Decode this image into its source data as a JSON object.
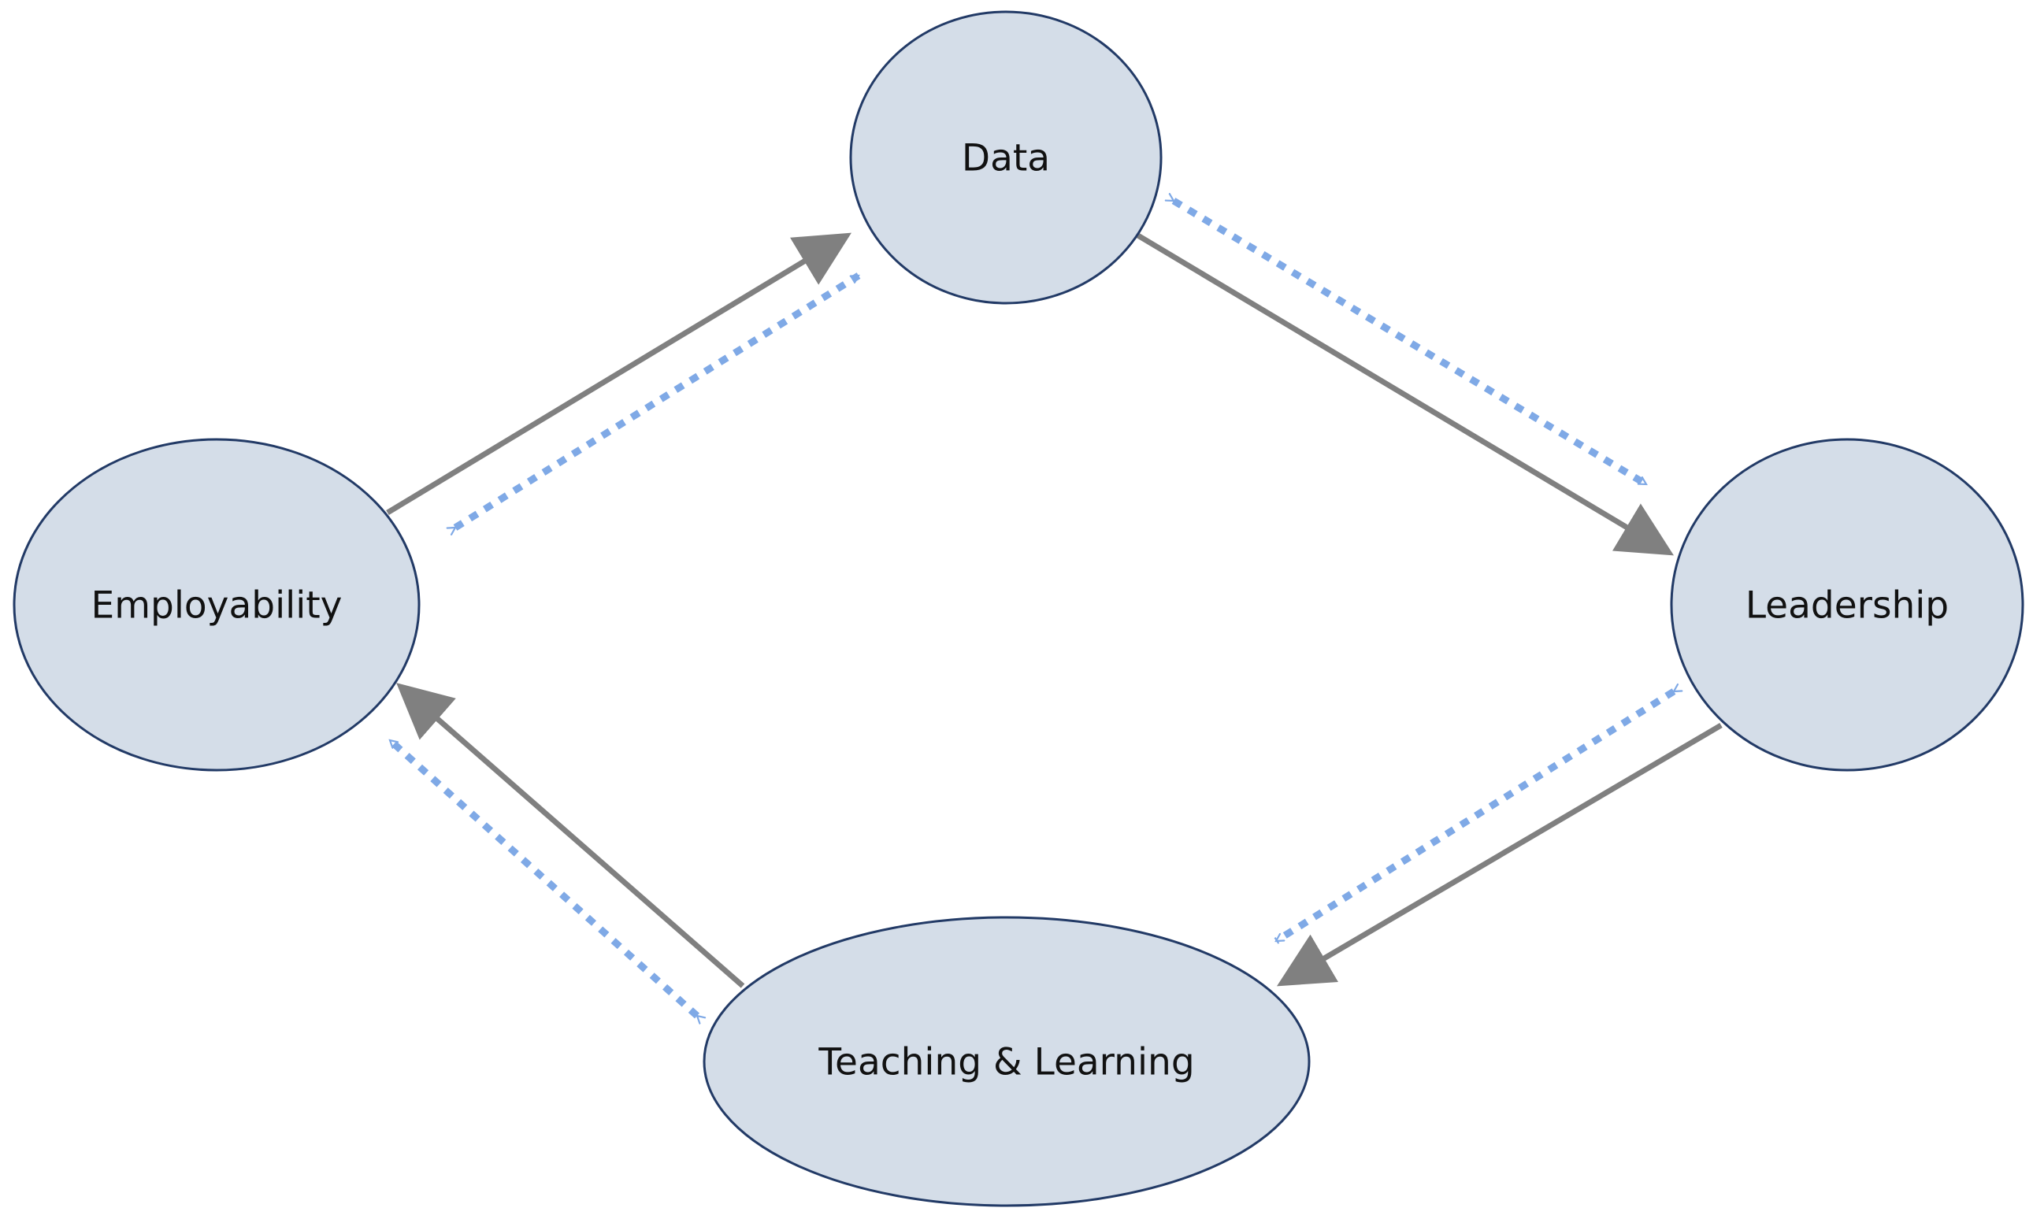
{
  "diagram": {
    "nodes": [
      {
        "id": "data",
        "label": "Data"
      },
      {
        "id": "employability",
        "label": "Employability"
      },
      {
        "id": "leadership",
        "label": "Leadership"
      },
      {
        "id": "teaching",
        "label": "Teaching & Learning"
      }
    ],
    "edges": [
      {
        "from": "employability",
        "to": "data",
        "style": "solid",
        "direction": "one-way"
      },
      {
        "from": "data",
        "to": "leadership",
        "style": "solid",
        "direction": "one-way"
      },
      {
        "from": "leadership",
        "to": "teaching",
        "style": "solid",
        "direction": "one-way"
      },
      {
        "from": "teaching",
        "to": "employability",
        "style": "solid",
        "direction": "one-way"
      },
      {
        "from": "employability",
        "to": "data",
        "style": "dotted",
        "direction": "two-way"
      },
      {
        "from": "data",
        "to": "leadership",
        "style": "dotted",
        "direction": "two-way"
      },
      {
        "from": "leadership",
        "to": "teaching",
        "style": "dotted",
        "direction": "two-way"
      },
      {
        "from": "teaching",
        "to": "employability",
        "style": "dotted",
        "direction": "two-way"
      }
    ],
    "colors": {
      "node_fill": "#d4dde8",
      "node_border": "#223a66",
      "solid_arrow": "#808080",
      "dotted_arrow": "#7fa9e6"
    }
  }
}
